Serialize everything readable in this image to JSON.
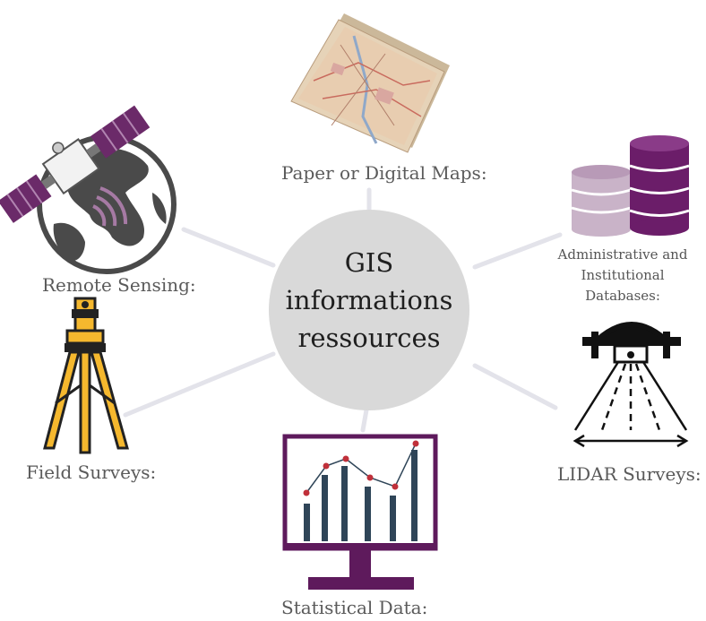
{
  "center": {
    "title_lines": [
      "GIS",
      "informations",
      "ressources"
    ]
  },
  "nodes": {
    "maps": {
      "label": "Paper or Digital Maps:",
      "icon": "paper-map-icon"
    },
    "remote": {
      "label": "Remote Sensing:",
      "icon": "satellite-globe-icon"
    },
    "databases": {
      "label_lines": [
        "Administrative and",
        "Institutional",
        "Databases:"
      ],
      "icon": "database-stack-icon"
    },
    "field": {
      "label": "Field Surveys:",
      "icon": "surveying-tripod-icon"
    },
    "lidar": {
      "label": "LIDAR Surveys:",
      "icon": "lidar-drone-icon"
    },
    "stats": {
      "label": "Statistical Data:",
      "icon": "monitor-chart-icon"
    }
  },
  "colors": {
    "purple": "#5e1a5c",
    "light_purple": "#a67aa4",
    "circle": "#d9d9d9",
    "connector": "#e3e3ea",
    "bar": "#2f4558",
    "dot": "#c0303a",
    "tripod_yellow": "#f5b82e"
  }
}
